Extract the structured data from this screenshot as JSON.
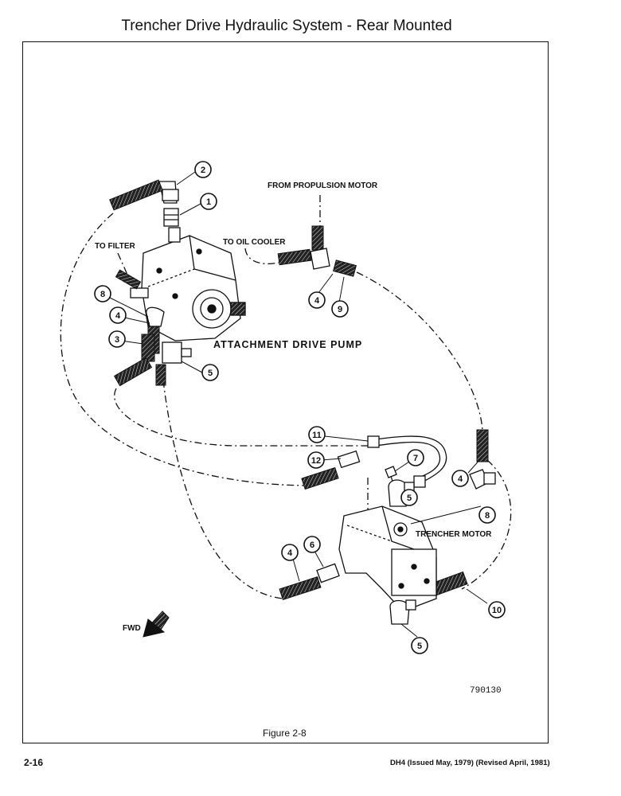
{
  "header": {
    "title": "Trencher Drive Hydraulic System - Rear Mounted"
  },
  "labels": {
    "from_propulsion_motor": "FROM PROPULSION MOTOR",
    "to_oil_cooler": "TO OIL COOLER",
    "to_filter": "TO FILTER",
    "attachment_drive_pump": "ATTACHMENT DRIVE PUMP",
    "trencher_motor": "TRENCHER MOTOR",
    "fwd": "FWD"
  },
  "callouts": [
    "2",
    "1",
    "8",
    "4",
    "3",
    "5",
    "4",
    "9",
    "11",
    "12",
    "7",
    "4",
    "5",
    "8",
    "6",
    "4",
    "10",
    "5"
  ],
  "drawing_number": "790130",
  "figure_caption": "Figure 2-8",
  "footer": {
    "page_number": "2-16",
    "issue_info": "DH4 (Issued May, 1979) (Revised April, 1981)"
  }
}
